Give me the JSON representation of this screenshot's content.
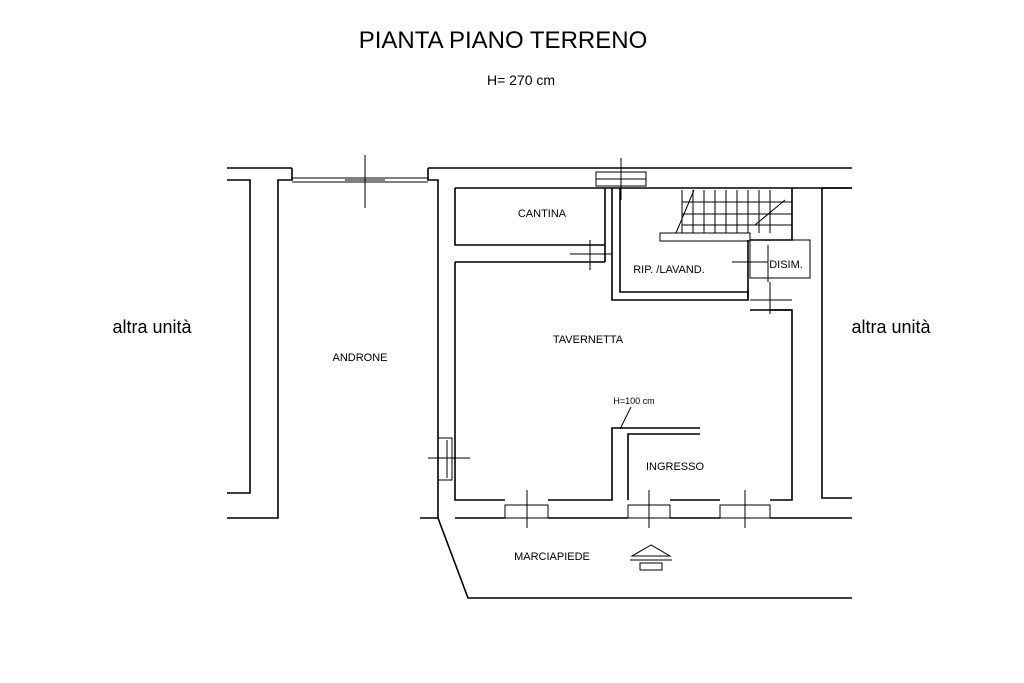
{
  "header": {
    "title": "PIANTA PIANO TERRENO",
    "height_label": "H= 270 cm"
  },
  "labels": {
    "left_unit": "altra unità",
    "right_unit": "altra unità",
    "androne": "ANDRONE",
    "cantina": "CANTINA",
    "rip_lavand": "RIP. /LAVAND.",
    "disim": "DISIM.",
    "tavernetta": "TAVERNETTA",
    "h100": "H=100 cm",
    "ingresso": "INGRESSO",
    "marciapiede": "MARCIAPIEDE"
  }
}
